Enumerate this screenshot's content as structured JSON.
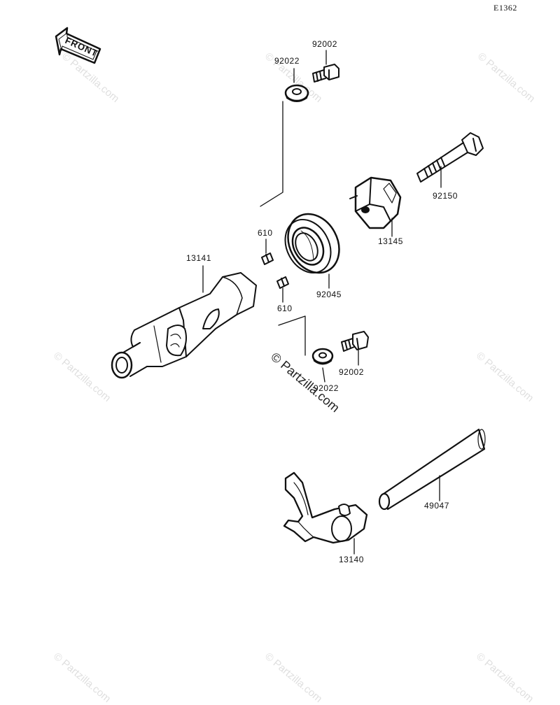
{
  "diagram_id": "E1362",
  "front_label": "FRONT",
  "watermark": "© Partzilla.com",
  "parts": {
    "p92002_top": "92002",
    "p92022_top": "92022",
    "p92150": "92150",
    "p13145": "13145",
    "p610_top": "610",
    "p610_bottom": "610",
    "p13141": "13141",
    "p92045": "92045",
    "p92002_bottom": "92002",
    "p92022_bottom": "92022",
    "p49047": "49047",
    "p13140": "13140"
  },
  "colors": {
    "ink": "#111111",
    "watermark": "#d8d8d8"
  }
}
